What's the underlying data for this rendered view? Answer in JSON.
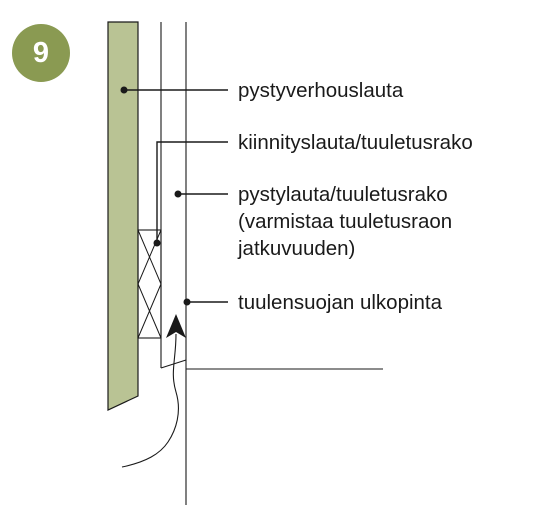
{
  "badge": {
    "number": "9",
    "color": "#8a9a52"
  },
  "colors": {
    "board": "#b9c394",
    "line": "#1a1a1a"
  },
  "labels": {
    "cladding": "pystyverhouslauta",
    "batten": "kiinnityslauta/tuuletusrako",
    "vertical_batten_line1": "pystylauta/tuuletusrako",
    "vertical_batten_line2": "(varmistaa tuuletusraon",
    "vertical_batten_line3": "jatkuvuuden)",
    "windshield": "tuulensuojan ulkopinta"
  }
}
